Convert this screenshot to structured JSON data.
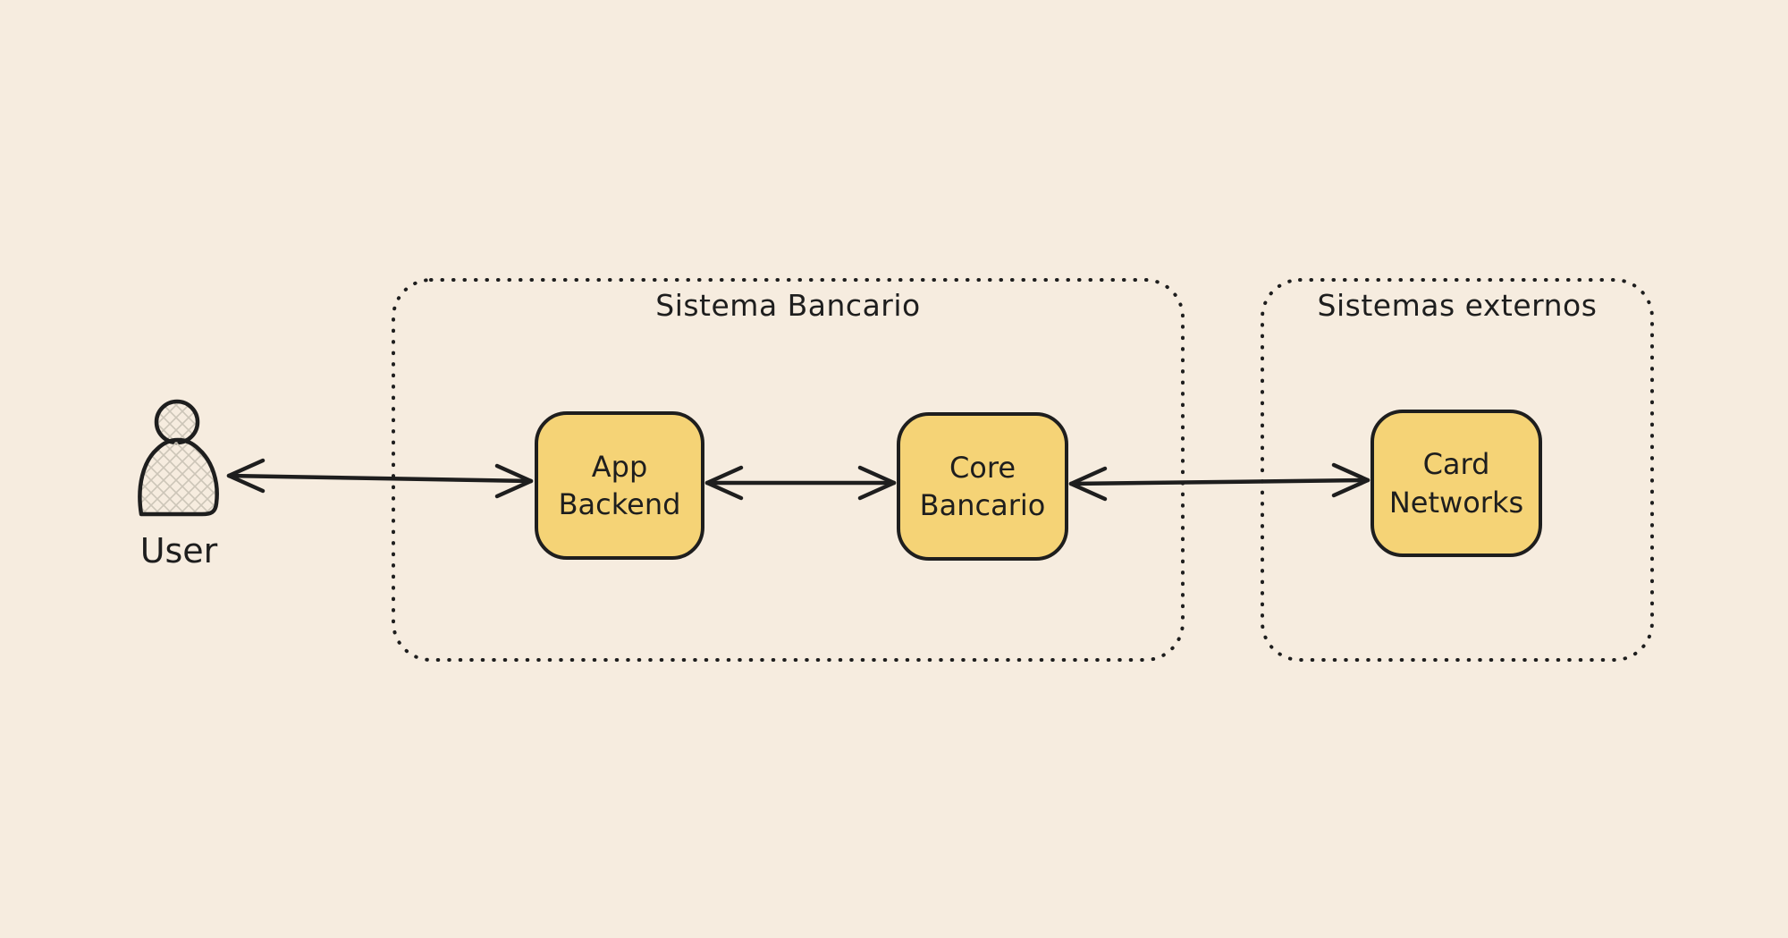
{
  "canvas": {
    "background_color": "#f6ecdf",
    "stroke_color": "#1e1e1e",
    "node_fill_color": "#f5d376",
    "hatch_color": "#ccc5b8"
  },
  "actor": {
    "label": "User"
  },
  "containers": [
    {
      "label": "Sistema Bancario"
    },
    {
      "label": "Sistemas externos"
    }
  ],
  "nodes": [
    {
      "label": "App\nBackend",
      "container": "Sistema Bancario"
    },
    {
      "label": "Core\nBancario",
      "container": "Sistema Bancario"
    },
    {
      "label": "Card\nNetworks",
      "container": "Sistemas externos"
    }
  ],
  "edges": [
    {
      "from": "User",
      "to": "App Backend",
      "type": "bidirectional"
    },
    {
      "from": "App Backend",
      "to": "Core Bancario",
      "type": "bidirectional"
    },
    {
      "from": "Core Bancario",
      "to": "Card Networks",
      "type": "bidirectional"
    }
  ]
}
